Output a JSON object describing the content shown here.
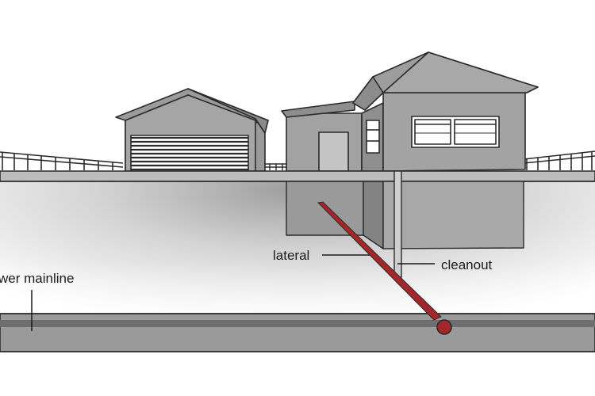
{
  "labels": {
    "lateral": "lateral",
    "cleanout": "cleanout",
    "mainline": "wer mainline"
  },
  "colors": {
    "background": "#ffffff",
    "ground_shadow": "#b9b9b9",
    "house_wall": "#a3a3a3",
    "house_wall_dark": "#8f8f8f",
    "roof": "#9b9b9b",
    "roof_light": "#b0b0b0",
    "outline": "#2b2b2b",
    "pipe_main": "#6e6e6e",
    "pipe_main_light": "#9a9a9a",
    "lateral_pipe": "#a3262b",
    "lateral_pipe_dark": "#7a1a1e"
  },
  "icons": {
    "lateral": "sewer-lateral-pipe",
    "cleanout": "cleanout-pipe",
    "mainline": "sewer-main-pipe",
    "garage": "garage-building",
    "house": "house-building"
  }
}
